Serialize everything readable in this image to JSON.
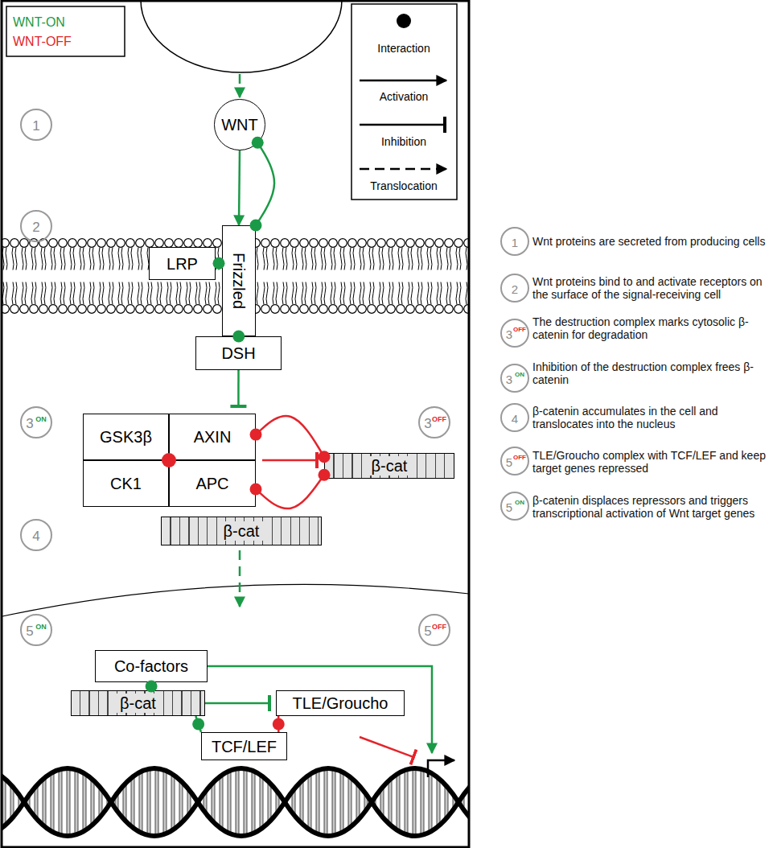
{
  "diagram": {
    "nodes": [
      {
        "text": [
          "WNT"
        ]
      },
      {
        "text": [
          "LRP"
        ]
      },
      {
        "text": [
          "Frizzled"
        ]
      },
      {
        "text": [
          "DSH"
        ]
      },
      {
        "text": [
          "GSK3β"
        ]
      },
      {
        "text": [
          "AXIN"
        ]
      },
      {
        "text": [
          "CK1"
        ]
      },
      {
        "text": [
          "APC"
        ]
      },
      {
        "text": [
          "β-cat"
        ]
      },
      {
        "text": [
          "β-cat"
        ]
      },
      {
        "text": [
          "Co-factors"
        ]
      },
      {
        "text": [
          "β-cat"
        ]
      },
      {
        "text": [
          "TLE/Groucho"
        ]
      },
      {
        "text": [
          "TCF/LEF"
        ]
      }
    ],
    "edges": [
      {
        "from": 0,
        "to": 2,
        "arrow": "to"
      },
      {
        "from": 0,
        "to": 2,
        "arrow": "none"
      },
      {
        "from": 1,
        "to": 2,
        "arrow": "none"
      },
      {
        "from": 2,
        "to": 3,
        "arrow": "none"
      },
      {
        "from": 3,
        "to": 5,
        "arrow": "to"
      },
      {
        "from": 5,
        "to": 8,
        "arrow": "none"
      },
      {
        "from": 7,
        "to": 8,
        "arrow": "none"
      },
      {
        "from": 5,
        "to": 8,
        "arrow": "to"
      },
      {
        "from": 10,
        "to": 11,
        "arrow": "none"
      },
      {
        "from": 11,
        "to": 12,
        "arrow": "to"
      },
      {
        "from": 11,
        "to": 13,
        "arrow": "none"
      },
      {
        "from": 12,
        "to": 13,
        "arrow": "none"
      }
    ],
    "labels": [
      "1",
      "2",
      "3",
      "ON",
      "3",
      "OFF",
      "4",
      "5",
      "ON",
      "5",
      "OFF",
      "1",
      "Wnt proteins are secreted from producing cells",
      "2",
      "Wnt proteins bind to and activate receptors on the surface of the signal-receiving cell",
      "3",
      "OFF",
      "The destruction complex marks cytosolic β-catenin for degradation",
      "3",
      "ON",
      "Inhibition of the destruction complex frees β-catenin",
      "4",
      "β-catenin accumulates in the cell and translocates into the nucleus",
      "5",
      "OFF",
      "TLE/Groucho complex with TCF/LEF and keep target genes repressed",
      "5",
      "ON",
      "β-catenin displaces repressors and triggers transcriptional activation of Wnt target genes"
    ],
    "legend": [
      {
        "text": "WNT-ON",
        "color": "#1a9a46"
      },
      {
        "text": "WNT-OFF",
        "color": "#e3242b"
      },
      {
        "text": "Interaction"
      },
      {
        "text": "Activation"
      },
      {
        "text": "Inhibition"
      },
      {
        "text": "Translocation"
      }
    ]
  }
}
